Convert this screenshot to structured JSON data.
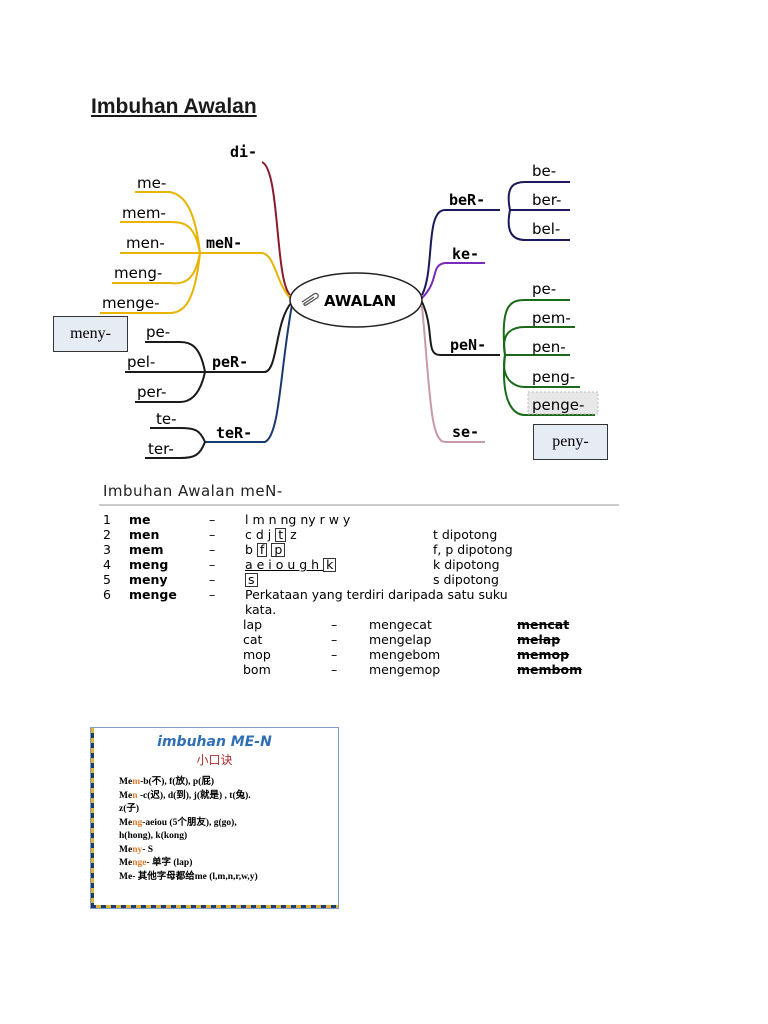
{
  "page_title": "Imbuhan Awalan",
  "mindmap": {
    "center": "AWALAN",
    "left_branches": [
      {
        "label": "di-",
        "children": []
      },
      {
        "label": "meN-",
        "children": [
          "me-",
          "mem-",
          "men-",
          "meng-",
          "menge-"
        ]
      },
      {
        "label": "peR-",
        "children": [
          "pe-",
          "pel-",
          "per-"
        ]
      },
      {
        "label": "teR-",
        "children": [
          "te-",
          "ter-"
        ]
      }
    ],
    "right_branches": [
      {
        "label": "beR-",
        "children": [
          "be-",
          "ber-",
          "bel-"
        ]
      },
      {
        "label": "ke-",
        "children": []
      },
      {
        "label": "peN-",
        "children": [
          "pe-",
          "pem-",
          "pen-",
          "peng-",
          "penge-"
        ]
      },
      {
        "label": "se-",
        "children": []
      }
    ],
    "added_left": "meny-",
    "added_right": "peny-"
  },
  "table": {
    "title": "Imbuhan Awalan meN-",
    "rows": [
      {
        "n": "1",
        "prefix": "me",
        "dash": "–",
        "letters": "l  m  n  ng  ny r  w  y",
        "note": ""
      },
      {
        "n": "2",
        "prefix": "men",
        "dash": "–",
        "letters": "c  d  j  ",
        "boxed": "t",
        "letters2": "  z",
        "note": "t dipotong"
      },
      {
        "n": "3",
        "prefix": "mem",
        "dash": "–",
        "letters": "b  ",
        "boxed": "f",
        "boxed2": "p",
        "note": "f, p dipotong"
      },
      {
        "n": "4",
        "prefix": "meng",
        "dash": "–",
        "letters": "a  e  i  o  u  g  h  ",
        "boxed": "k",
        "note": "k dipotong"
      },
      {
        "n": "5",
        "prefix": "meny",
        "dash": "–",
        "boxed": "s",
        "note": "s dipotong"
      },
      {
        "n": "6",
        "prefix": "menge",
        "dash": "–",
        "letters": "Perkataan yang terdiri daripada satu suku",
        "note": ""
      }
    ],
    "row6_cont": "kata.",
    "examples": [
      {
        "root": "lap",
        "dash": "–",
        "result": "mengecat",
        "wrong": "mencat"
      },
      {
        "root": "cat",
        "dash": "–",
        "result": "mengelap",
        "wrong": "melap"
      },
      {
        "root": "mop",
        "dash": "–",
        "result": "mengebom",
        "wrong": "memop"
      },
      {
        "root": "bom",
        "dash": "–",
        "result": "mengemop",
        "wrong": "membom"
      }
    ]
  },
  "card": {
    "title": "imbuhan  ME-N",
    "subtitle": "小口诀",
    "lines": [
      {
        "a": "Me",
        "b": "m",
        "c": "-b(不), f(放), p(屁)"
      },
      {
        "a": "Me",
        "b": "n",
        "c": " -c(迟), d(到), j(就是) , t(兔)."
      },
      {
        "a": "",
        "b": "",
        "c": "z(子)"
      },
      {
        "a": "Me",
        "b": "ng",
        "c": "-aeiou (5个朋友), g(go),"
      },
      {
        "a": "",
        "b": "",
        "c": "h(hong), k(kong)"
      },
      {
        "a": "Me",
        "b": "ny",
        "c": "- S"
      },
      {
        "a": "Me",
        "b": "nge",
        "c": "- 单字 (lap)"
      },
      {
        "a": "Me",
        "b": "",
        "c": "- 其他字母都给me (l,m,n,r,w,y)"
      }
    ]
  }
}
